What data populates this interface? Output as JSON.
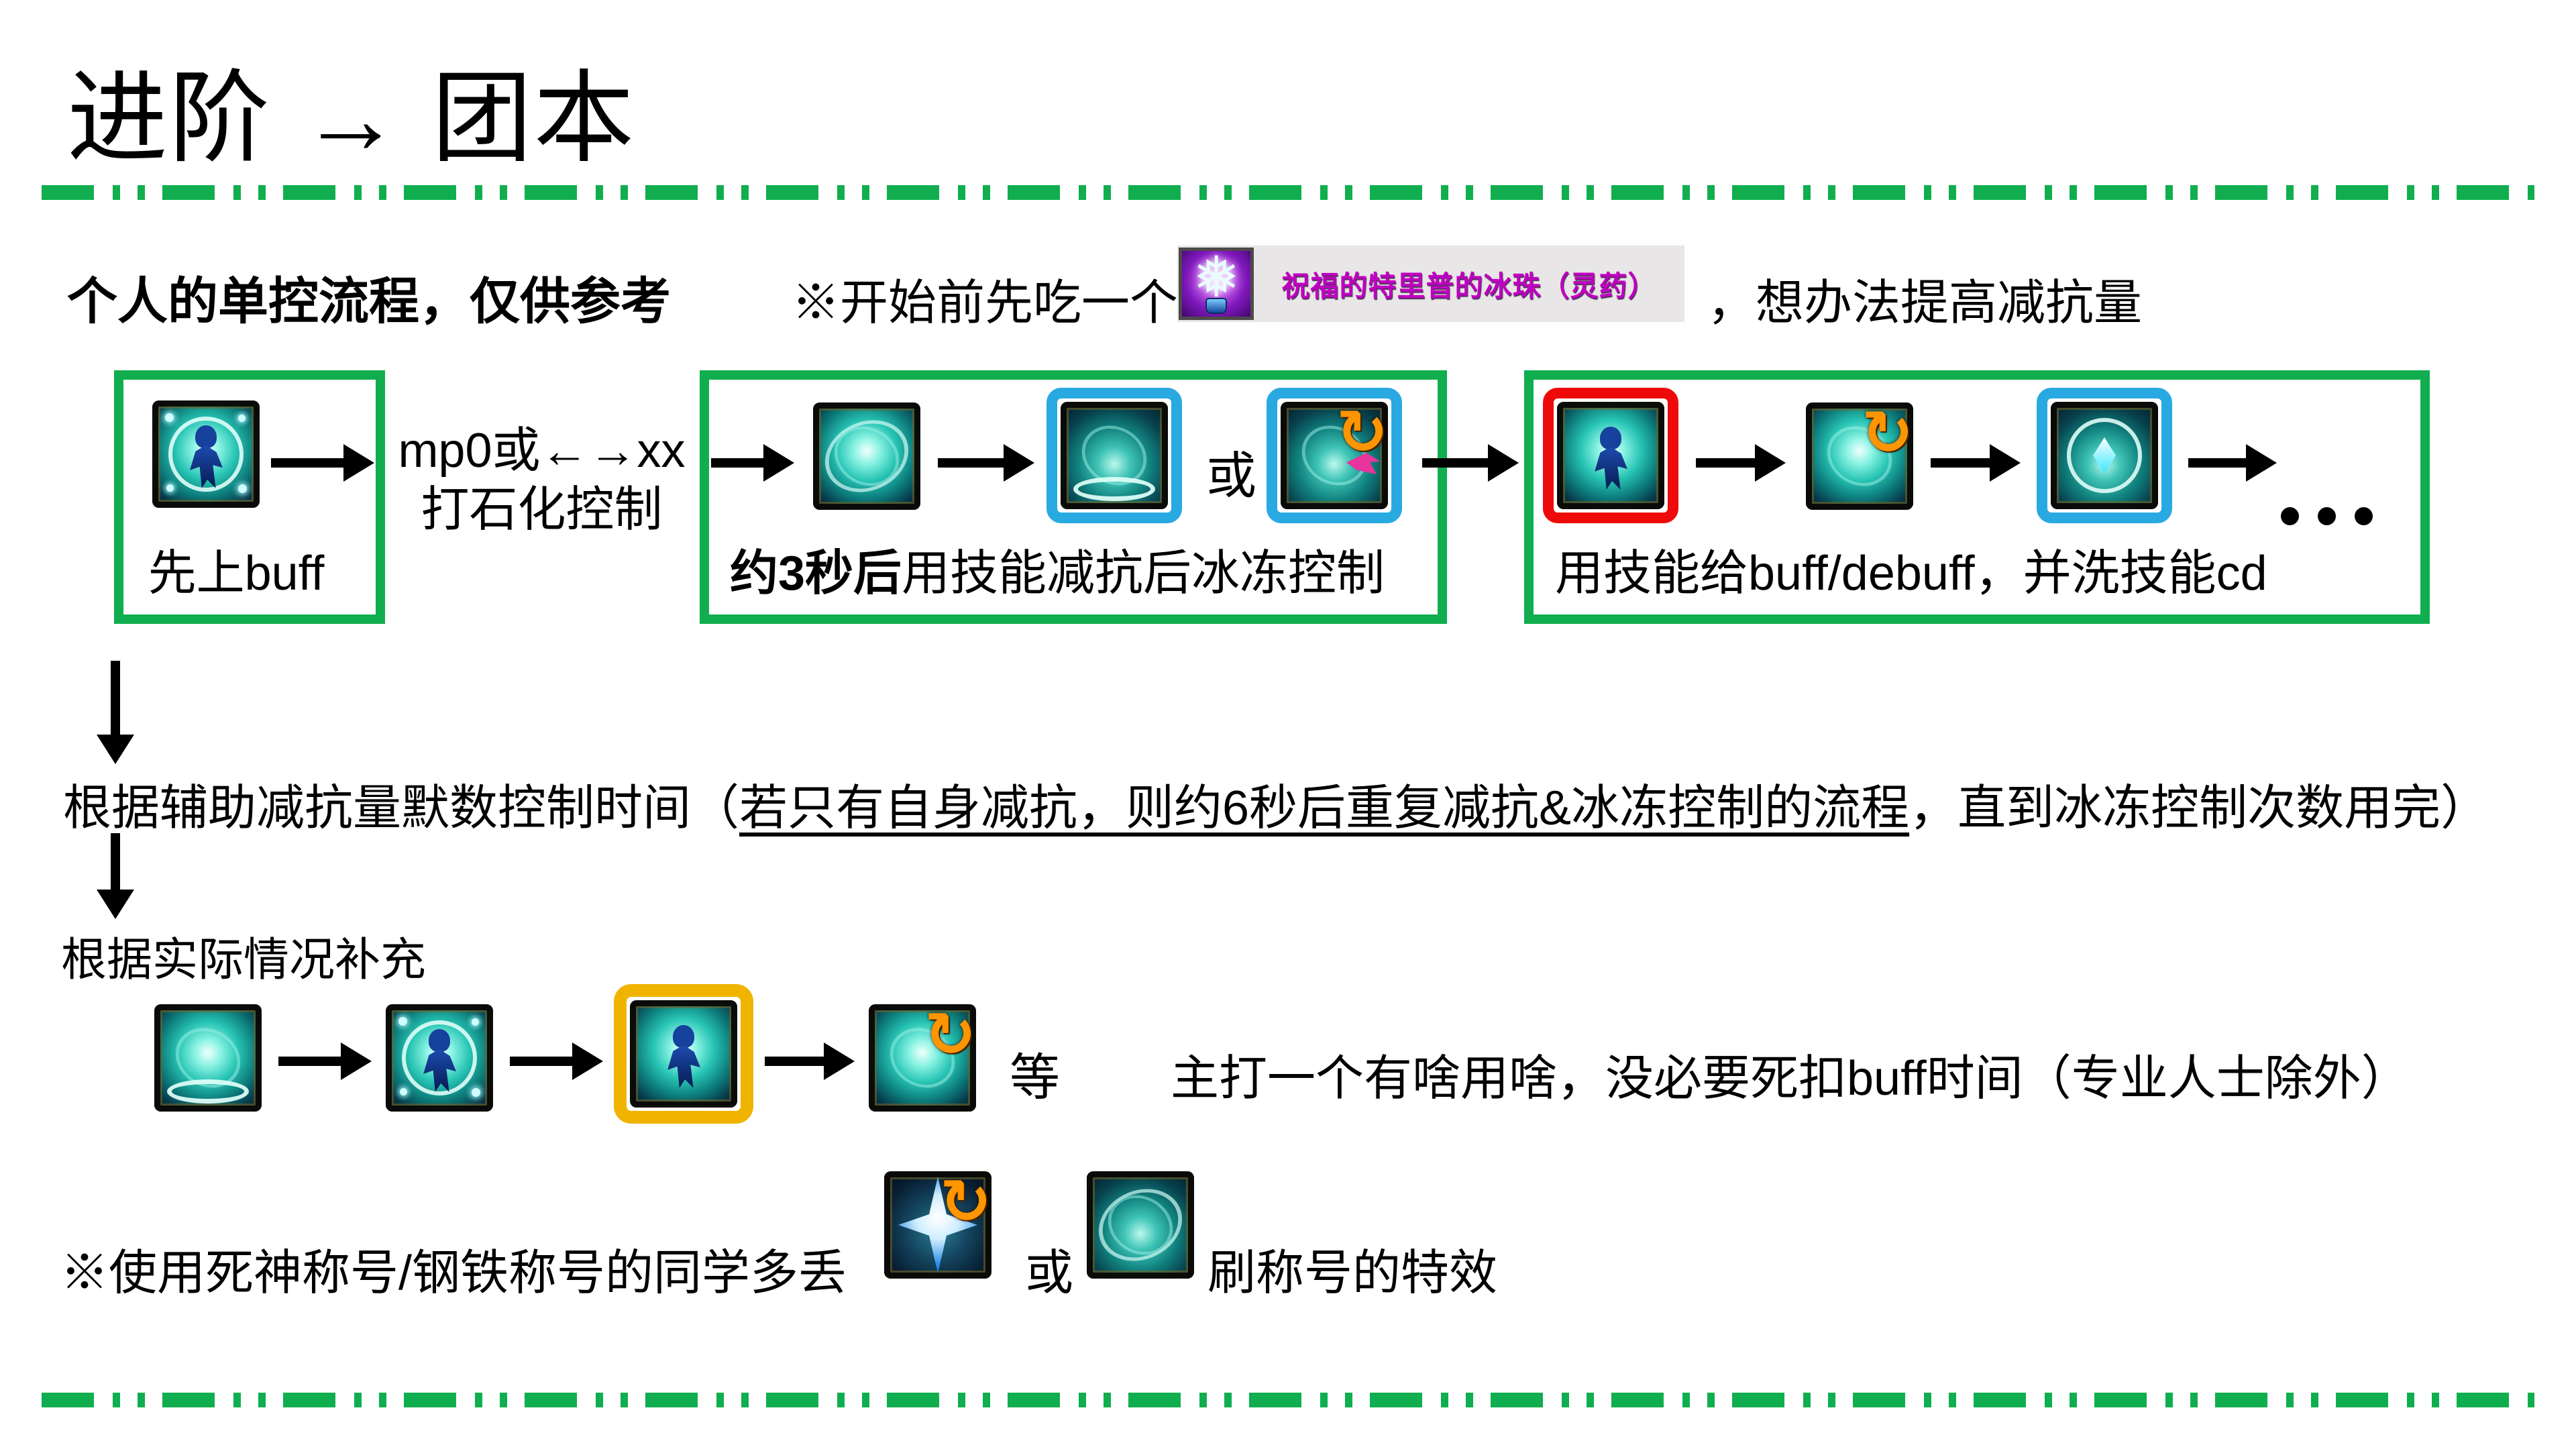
{
  "title": "进阶 → 团本",
  "colors": {
    "green": "#10AE4F",
    "blue": "#29A9E2",
    "red": "#EE0A0A",
    "yellow": "#F0B400",
    "magenta": "#C000C0",
    "item_strip_bg": "#E8E6E6"
  },
  "intro": {
    "left_bold": "个人的单控流程，仅供参考",
    "note_prefix": "※开始前先吃一个",
    "item_label": "祝福的特里普的冰珠（灵药）",
    "note_suffix": "，想办法提高减抗量"
  },
  "flow_row1": {
    "box1_label": "先上buff",
    "between_line1": "mp0或←→xx",
    "between_line2": "打石化控制",
    "box2_or": "或",
    "box2_label_bold": "约3秒后",
    "box2_label_rest": "用技能减抗后冰冻控制",
    "box3_label": "用技能给buff/debuff，并洗技能cd",
    "ellipsis": "•••"
  },
  "middle": {
    "line1_prefix": "根据辅助减抗量默数控制时间（",
    "line1_underlined": "若只有自身减抗，则约6秒后重复减抗&冰冻控制的流程",
    "line1_suffix": "，直到冰冻控制次数用完）",
    "line2": "根据实际情况补充"
  },
  "supplement_row": {
    "etc": "等",
    "note": "主打一个有啥用啥，没必要死扣buff时间（专业人士除外）"
  },
  "bottom_note": {
    "prefix": "※使用死神称号/钢铁称号的同学多丢",
    "or": "或",
    "suffix": "刷称号的特效"
  },
  "icons": [
    "buff-meditation-skill-icon",
    "orb-skill-icon",
    "ice-field-skill-icon",
    "refresh-orange-skill-icon",
    "figure-skill-icon",
    "rings-diamond-skill-icon",
    "star-skill-icon",
    "swirl-skill-icon",
    "elixir-item-icon"
  ]
}
